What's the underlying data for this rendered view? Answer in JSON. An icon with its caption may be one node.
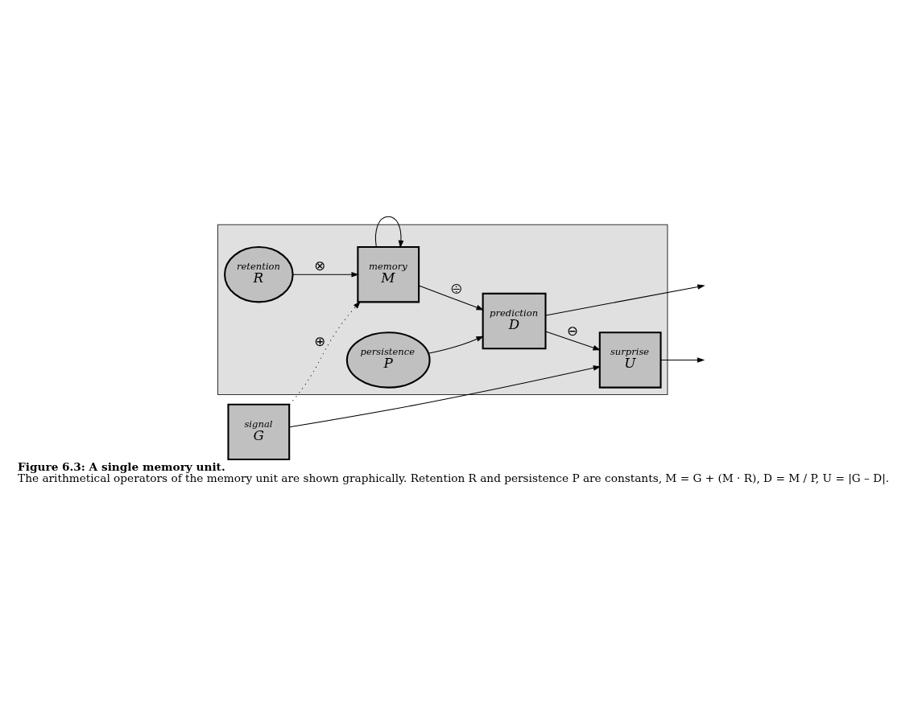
{
  "diagram": {
    "title": "Figure 6.3: A single memory unit.",
    "caption": "The arithmetical operators of the memory unit are shown graphically. Retention R and persistence P are constants, M = G + (M · R), D = M / P, U = |G – D|.",
    "nodes": [
      {
        "text": [],
        "shape": "box"
      },
      {
        "text": [
          "signal",
          "G"
        ]
      },
      {
        "text": [
          "retention",
          "R"
        ],
        "in": 0
      },
      {
        "text": [
          "memory",
          "M"
        ],
        "in": 0
      },
      {
        "text": [
          "persistence",
          "P"
        ],
        "in": 0
      },
      {
        "text": [
          "prediction",
          "D"
        ],
        "in": 0
      },
      {
        "text": [
          "surprise",
          "U"
        ],
        "in": 0
      }
    ],
    "edges": [
      {
        "from": 1,
        "to": 6,
        "arrow": "to"
      },
      {
        "from": 5,
        "to": 6,
        "arrow": "to",
        "label": "⊖"
      },
      {
        "from": 1,
        "to": 3,
        "arrow": "to",
        "label": "⊕",
        "style": "dashed"
      },
      {
        "from": 2,
        "to": 3,
        "arrow": "to",
        "label": "⊗"
      },
      {
        "from": 3,
        "to": 3,
        "arrow": "to"
      },
      {
        "from": 3,
        "to": 5,
        "arrow": "to",
        "label": "⨸"
      },
      {
        "from": 4,
        "to": 5,
        "arrow": "to"
      },
      {
        "from": 6,
        "to": null,
        "arrow": "to"
      },
      {
        "from": 5,
        "to": null,
        "arrow": "to"
      }
    ]
  }
}
